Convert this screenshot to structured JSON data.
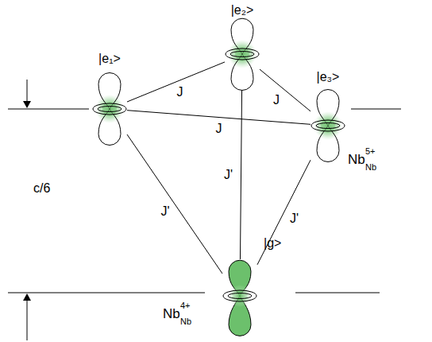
{
  "diagram": {
    "nodes": [
      {
        "text": [
          "|e₁>"
        ]
      },
      {
        "text": [
          "|e₂>"
        ]
      },
      {
        "text": [
          "|e₃>"
        ]
      },
      {
        "text": [
          "|g>"
        ]
      }
    ],
    "edges": [
      {
        "from": 0,
        "to": 1,
        "arrow": "none",
        "label": "J"
      },
      {
        "from": 1,
        "to": 2,
        "arrow": "none",
        "label": "J"
      },
      {
        "from": 0,
        "to": 2,
        "arrow": "none",
        "label": "J"
      },
      {
        "from": 3,
        "to": 0,
        "arrow": "none",
        "label": "J'"
      },
      {
        "from": 3,
        "to": 1,
        "arrow": "none",
        "label": "J'"
      },
      {
        "from": 3,
        "to": 2,
        "arrow": "none",
        "label": "J'"
      }
    ],
    "labels": [
      "Nb",
      "Nb",
      "5+",
      "c/6",
      "Nb",
      "Nb",
      "4+"
    ]
  }
}
